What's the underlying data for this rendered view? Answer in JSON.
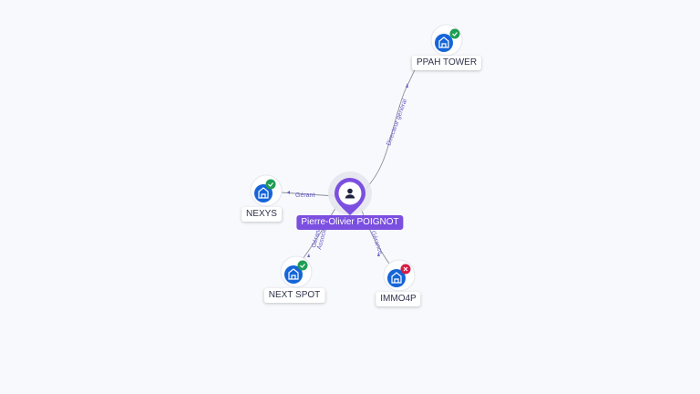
{
  "person": {
    "name": "Pierre-Olivier POIGNOT",
    "icon": "user-icon",
    "color": "#7b4fe0"
  },
  "companies": [
    {
      "id": "ppah",
      "name": "PPAH TOWER",
      "status": "active"
    },
    {
      "id": "nexys",
      "name": "NEXYS",
      "status": "active"
    },
    {
      "id": "nextspot",
      "name": "NEXT SPOT",
      "status": "active"
    },
    {
      "id": "immo4p",
      "name": "IMMO4P",
      "status": "inactive"
    }
  ],
  "relations": [
    {
      "target": "ppah",
      "role": "Directeur général"
    },
    {
      "target": "nexys",
      "role": "Gérant"
    },
    {
      "target": "nextspot",
      "role": "Gérant"
    },
    {
      "target": "nextspot",
      "role": "Associé"
    },
    {
      "target": "immo4p",
      "role": "Gérance"
    }
  ],
  "colors": {
    "company_icon": "#1565d8",
    "status_active": "#1f9d55",
    "status_inactive": "#d81b45",
    "edge_line": "#8a8f9c",
    "edge_text": "#6a62c8"
  }
}
